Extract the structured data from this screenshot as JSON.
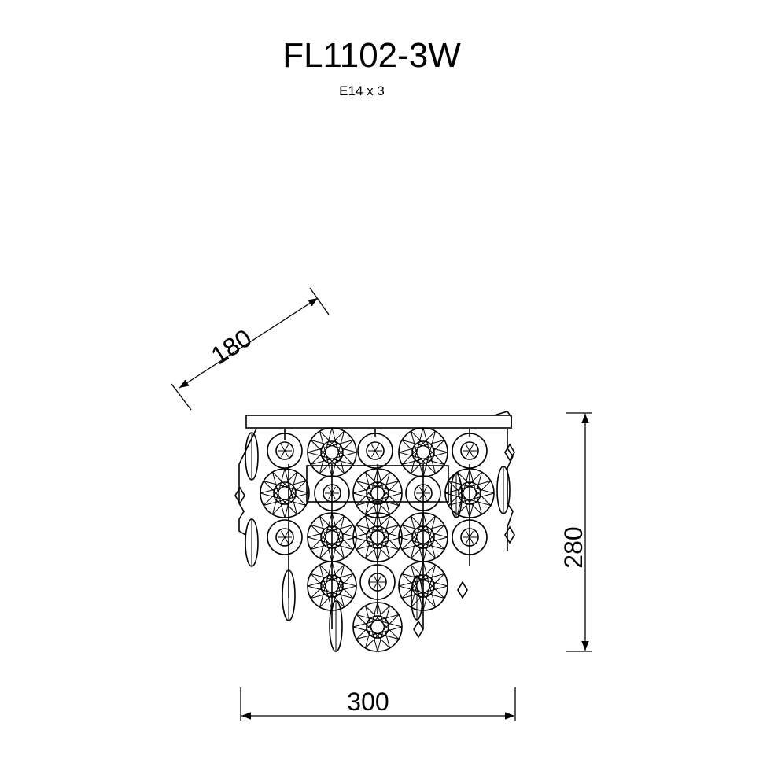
{
  "title": "FL1102-3W",
  "subtitle": "E14 x 3",
  "dimensions": {
    "depth": "180",
    "height": "280",
    "width": "300"
  }
}
